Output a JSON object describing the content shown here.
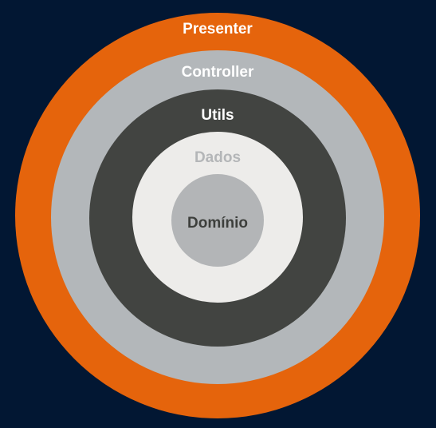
{
  "background_color": "#021733",
  "layers": [
    {
      "key": "presenter",
      "label": "Presenter",
      "fill": "#E5640C",
      "text_color": "#FFFFFF"
    },
    {
      "key": "controller",
      "label": "Controller",
      "fill": "#B3B7BA",
      "text_color": "#FFFFFF"
    },
    {
      "key": "utils",
      "label": "Utils",
      "fill": "#424441",
      "text_color": "#FFFFFF"
    },
    {
      "key": "dados",
      "label": "Dados",
      "fill": "#EDECEA",
      "text_color": "#B4B6B8"
    },
    {
      "key": "dominio",
      "label": "Domínio",
      "fill": "#B3B5B7",
      "text_color": "#3D3F3C"
    }
  ]
}
